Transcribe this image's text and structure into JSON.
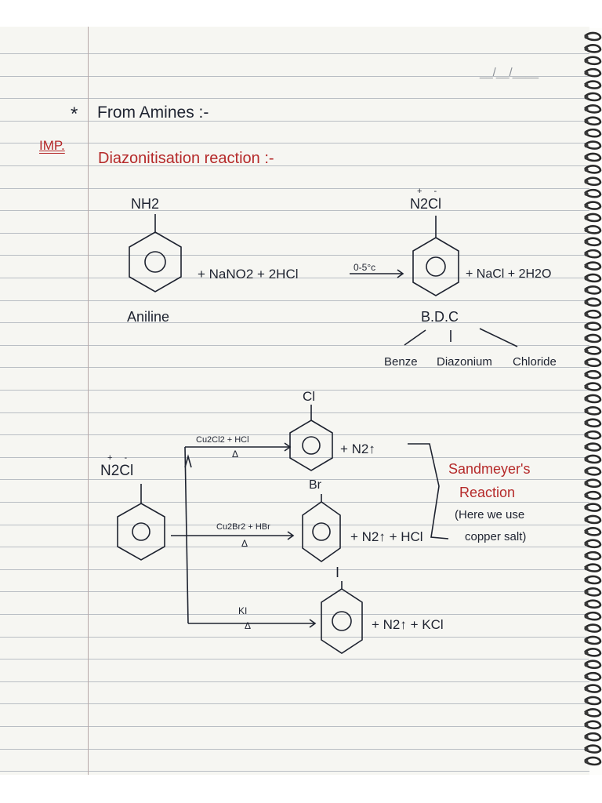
{
  "header": {
    "date_blank": "__/__/____"
  },
  "section": {
    "bullet": "*",
    "title": "From Amines :-"
  },
  "topic": {
    "imp_tag": "IMP.",
    "title": "Diazonitisation reaction :-"
  },
  "reaction1": {
    "reactant_substituent": "NH2",
    "reactant_name": "Aniline",
    "reagents": "+ NaNO2 + 2HCl",
    "condition": "0-5°c",
    "product_substituent": "N2Cl",
    "product_charges": "+  -",
    "byproducts": "+ NaCl + 2H2O",
    "product_abbr": "B.D.C",
    "product_name_parts": [
      "Benze",
      "Diazonium",
      "Chloride"
    ]
  },
  "sandmeyer": {
    "start_substituent": "N2Cl",
    "start_charges": "+  -",
    "branches": [
      {
        "reagent": "Cu2Cl2 + HCl",
        "heat": "Δ",
        "substituent": "Cl",
        "byproducts": "+ N2↑"
      },
      {
        "reagent": "Cu2Br2 + HBr",
        "heat": "Δ",
        "substituent": "Br",
        "byproducts": "+ N2↑ + HCl"
      },
      {
        "reagent": "KI",
        "heat": "Δ",
        "substituent": "I",
        "byproducts": "+ N2↑ + KCl"
      }
    ],
    "note_title_1": "Sandmeyer's",
    "note_title_2": "Reaction",
    "note_line_1": "(Here we use",
    "note_line_2": "copper salt)"
  },
  "colors": {
    "ink": "#1e2330",
    "red_ink": "#b52a2a",
    "rule": "#b9bec4",
    "margin": "#b7a8a8"
  }
}
